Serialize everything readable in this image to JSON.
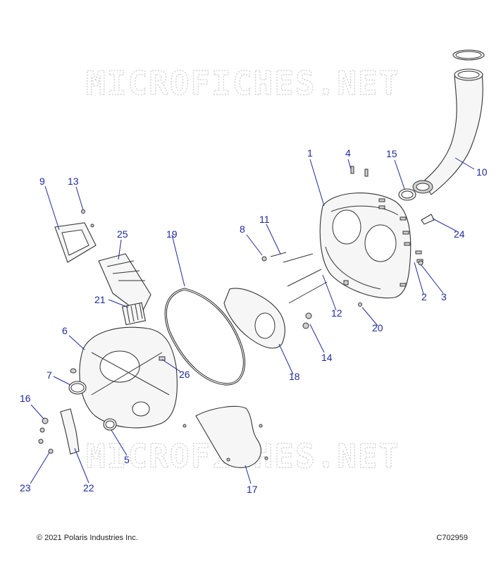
{
  "watermark": "MICROFICHES.NET",
  "callouts": [
    "1",
    "2",
    "3",
    "4",
    "5",
    "6",
    "7",
    "8",
    "9",
    "10",
    "11",
    "12",
    "13",
    "14",
    "15",
    "16",
    "17",
    "18",
    "19",
    "20",
    "21",
    "22",
    "23",
    "24",
    "25",
    "26"
  ],
  "footer": {
    "copyright": "© 2021 Polaris Industries Inc.",
    "drawing_number": "C702959"
  },
  "colors": {
    "callout": "#1f2a99",
    "outline": "#333333",
    "watermark": "#d2d2d2"
  }
}
